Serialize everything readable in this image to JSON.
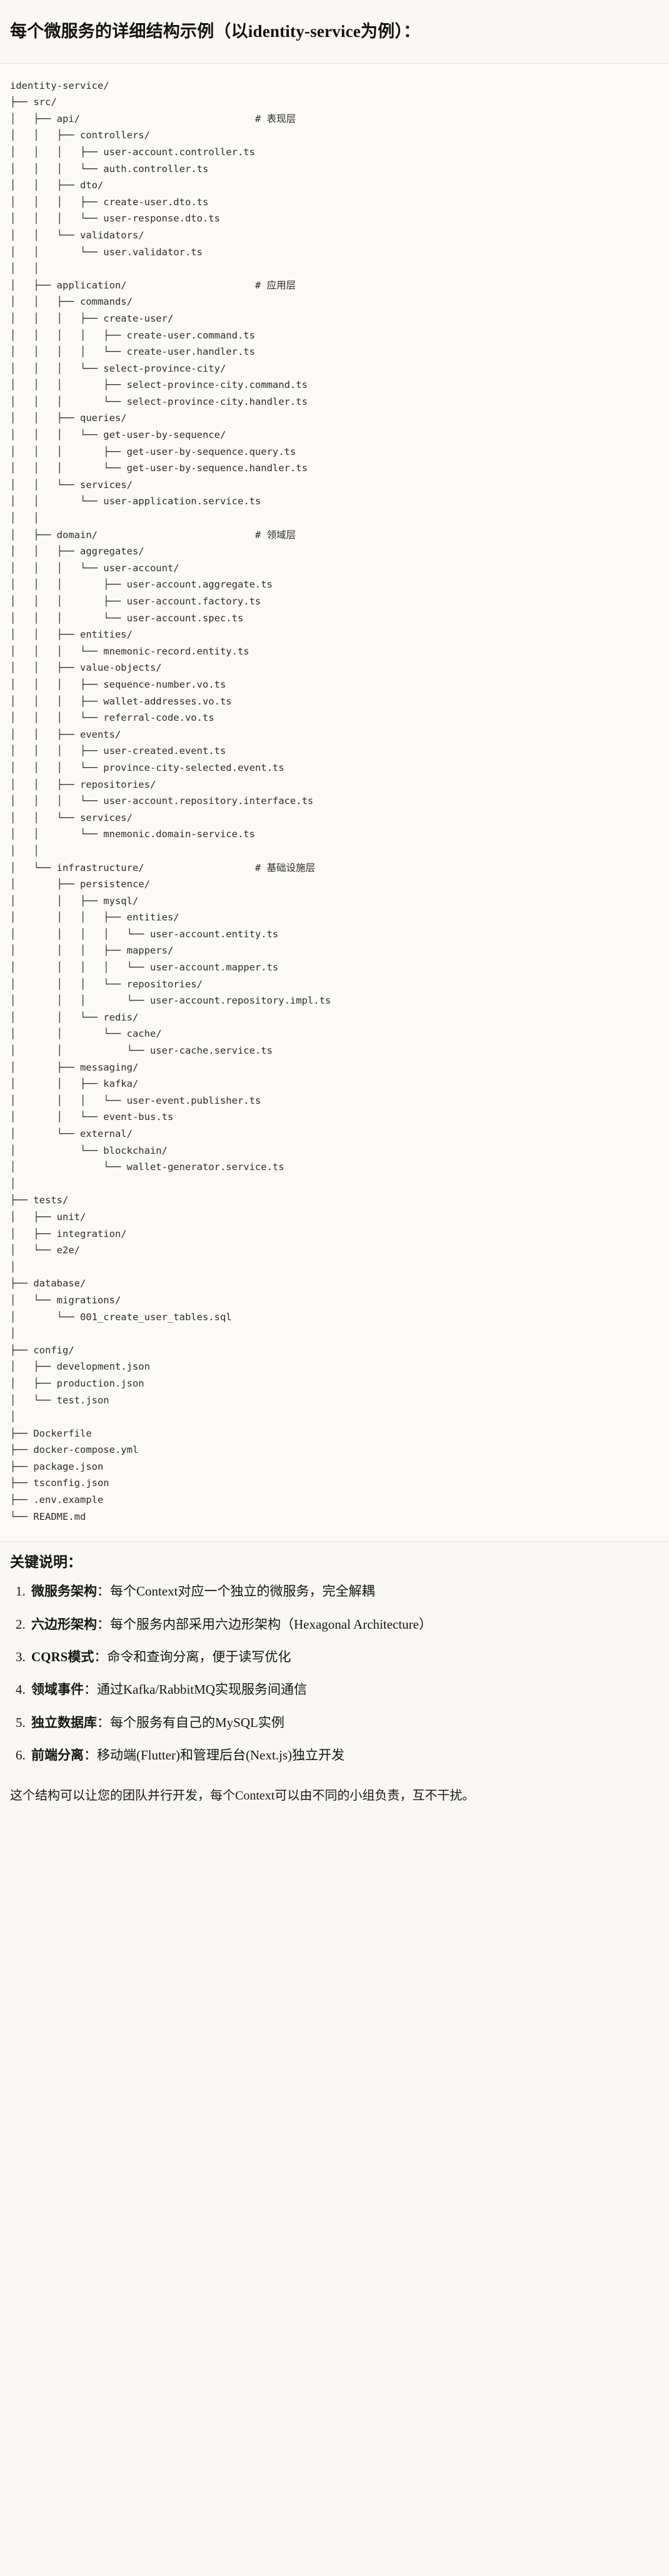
{
  "header": {
    "title": "每个微服务的详细结构示例（以identity-service为例）："
  },
  "tree": {
    "root_label": "identity-service/",
    "text": "identity-service/\n├── src/\n│   ├── api/                              # 表现层\n│   │   ├── controllers/\n│   │   │   ├── user-account.controller.ts\n│   │   │   └── auth.controller.ts\n│   │   ├── dto/\n│   │   │   ├── create-user.dto.ts\n│   │   │   └── user-response.dto.ts\n│   │   └── validators/\n│   │       └── user.validator.ts\n│   │\n│   ├── application/                      # 应用层\n│   │   ├── commands/\n│   │   │   ├── create-user/\n│   │   │   │   ├── create-user.command.ts\n│   │   │   │   └── create-user.handler.ts\n│   │   │   └── select-province-city/\n│   │   │       ├── select-province-city.command.ts\n│   │   │       └── select-province-city.handler.ts\n│   │   ├── queries/\n│   │   │   └── get-user-by-sequence/\n│   │   │       ├── get-user-by-sequence.query.ts\n│   │   │       └── get-user-by-sequence.handler.ts\n│   │   └── services/\n│   │       └── user-application.service.ts\n│   │\n│   ├── domain/                           # 领域层\n│   │   ├── aggregates/\n│   │   │   └── user-account/\n│   │   │       ├── user-account.aggregate.ts\n│   │   │       ├── user-account.factory.ts\n│   │   │       └── user-account.spec.ts\n│   │   ├── entities/\n│   │   │   └── mnemonic-record.entity.ts\n│   │   ├── value-objects/\n│   │   │   ├── sequence-number.vo.ts\n│   │   │   ├── wallet-addresses.vo.ts\n│   │   │   └── referral-code.vo.ts\n│   │   ├── events/\n│   │   │   ├── user-created.event.ts\n│   │   │   └── province-city-selected.event.ts\n│   │   ├── repositories/\n│   │   │   └── user-account.repository.interface.ts\n│   │   └── services/\n│   │       └── mnemonic.domain-service.ts\n│   │\n│   └── infrastructure/                   # 基础设施层\n│       ├── persistence/\n│       │   ├── mysql/\n│       │   │   ├── entities/\n│       │   │   │   └── user-account.entity.ts\n│       │   │   ├── mappers/\n│       │   │   │   └── user-account.mapper.ts\n│       │   │   └── repositories/\n│       │   │       └── user-account.repository.impl.ts\n│       │   └── redis/\n│       │       └── cache/\n│       │           └── user-cache.service.ts\n│       ├── messaging/\n│       │   ├── kafka/\n│       │   │   └── user-event.publisher.ts\n│       │   └── event-bus.ts\n│       └── external/\n│           └── blockchain/\n│               └── wallet-generator.service.ts\n│\n├── tests/\n│   ├── unit/\n│   ├── integration/\n│   └── e2e/\n│\n├── database/\n│   └── migrations/\n│       └── 001_create_user_tables.sql\n│\n├── config/\n│   ├── development.json\n│   ├── production.json\n│   └── test.json\n│\n├── Dockerfile\n├── docker-compose.yml\n├── package.json\n├── tsconfig.json\n├── .env.example\n└── README.md",
    "layer_comments": [
      "# 表现层",
      "# 应用层",
      "# 领域层",
      "# 基础设施层"
    ]
  },
  "notes": {
    "title": "关键说明：",
    "items": [
      {
        "term": "微服务架构",
        "sep": "：",
        "body": "每个Context对应一个独立的微服务，完全解耦"
      },
      {
        "term": "六边形架构",
        "sep": "：",
        "body": "每个服务内部采用六边形架构（Hexagonal Architecture）"
      },
      {
        "term": "CQRS模式",
        "sep": "：",
        "body": "命令和查询分离，便于读写优化"
      },
      {
        "term": "领域事件",
        "sep": "：",
        "body": "通过Kafka/RabbitMQ实现服务间通信"
      },
      {
        "term": "独立数据库",
        "sep": "：",
        "body": "每个服务有自己的MySQL实例"
      },
      {
        "term": "前端分离",
        "sep": "：",
        "body": "移动端(Flutter)和管理后台(Next.js)独立开发"
      }
    ],
    "closing": "这个结构可以让您的团队并行开发，每个Context可以由不同的小组负责，互不干扰。"
  }
}
